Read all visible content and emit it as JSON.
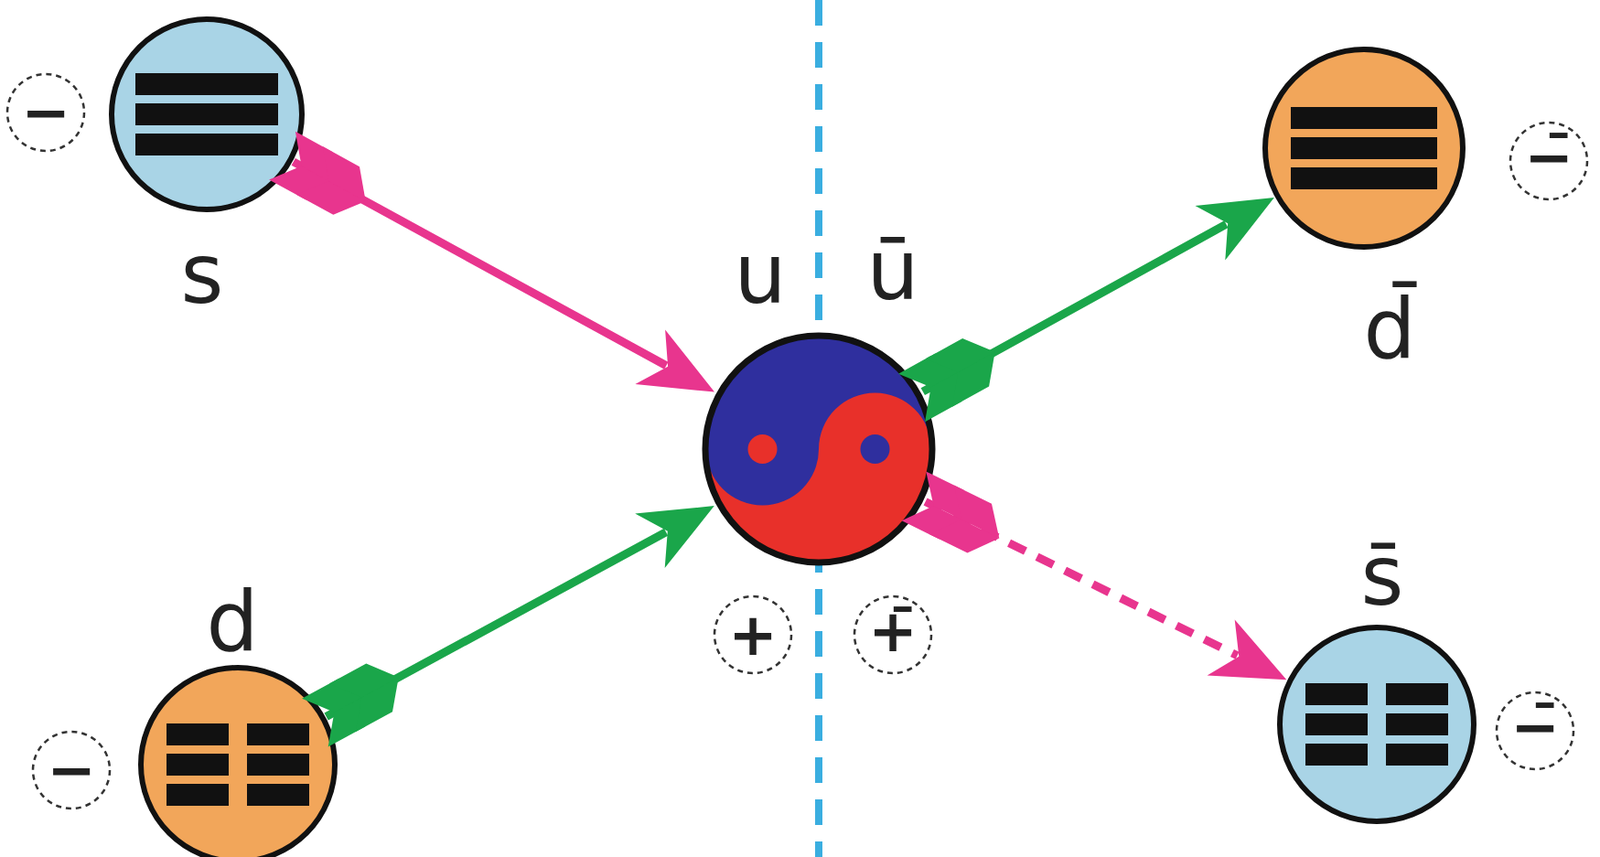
{
  "diagram": {
    "nodes": [
      {
        "text": [
          "s"
        ]
      },
      {
        "text": [
          "d"
        ]
      },
      {
        "text": [
          "u",
          "ū"
        ]
      },
      {
        "text": [
          "d̄"
        ]
      },
      {
        "text": [
          "s̄"
        ]
      }
    ],
    "edges": [
      {
        "from": 0,
        "to": 2,
        "arrow": "to"
      },
      {
        "from": 1,
        "to": 2,
        "arrow": "to"
      },
      {
        "from": 2,
        "to": 3,
        "arrow": "to"
      },
      {
        "from": 2,
        "to": 4,
        "arrow": "to"
      }
    ],
    "labels": [
      "−",
      "−",
      "+",
      "+̄",
      "−̄",
      "−̄"
    ]
  }
}
